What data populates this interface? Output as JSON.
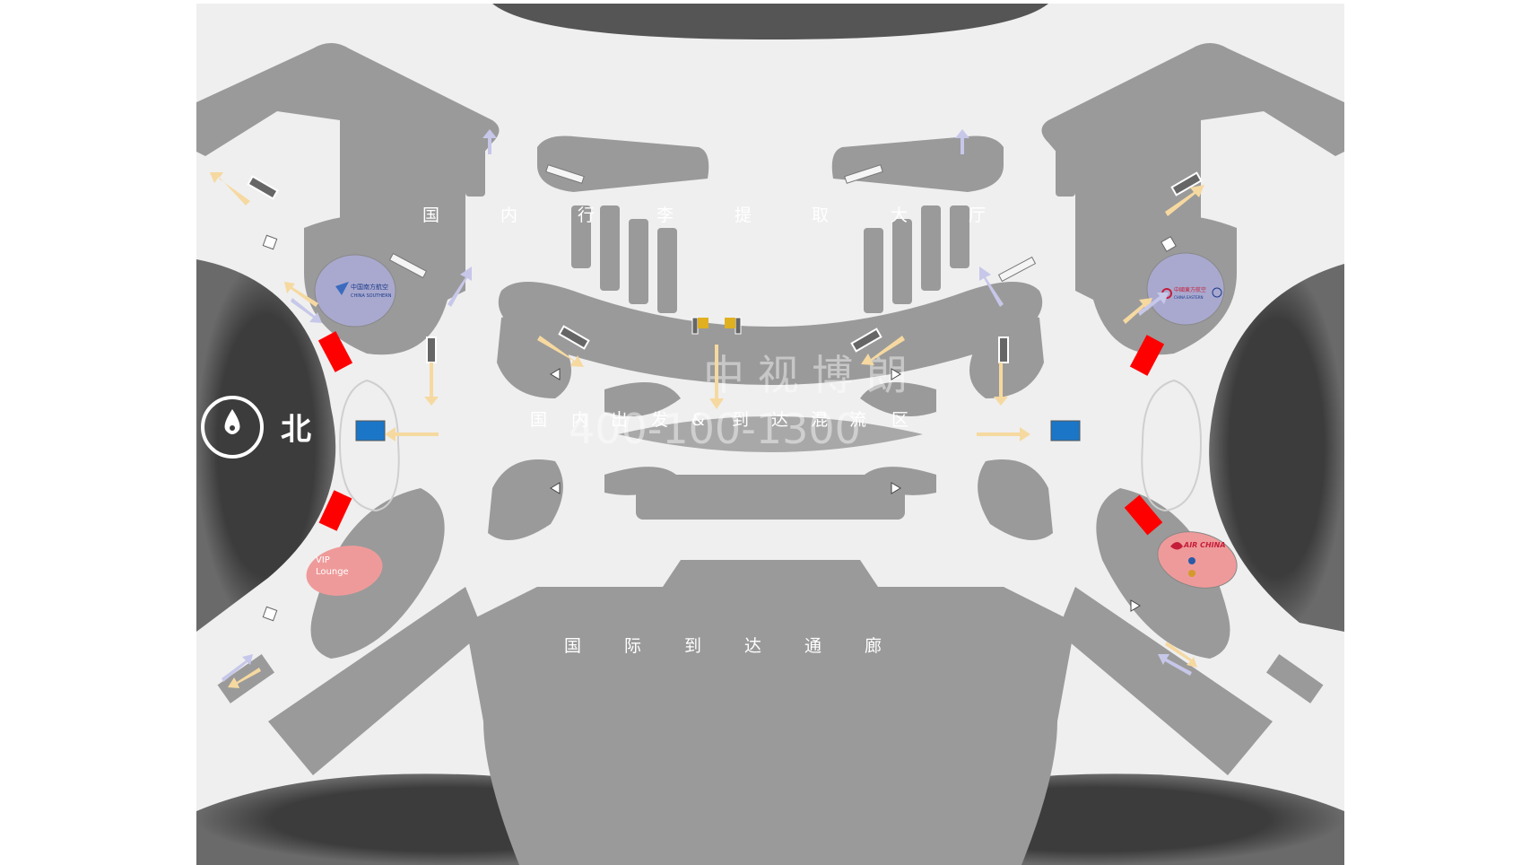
{
  "map": {
    "compass": {
      "label": "北",
      "icon": "north-compass-icon"
    },
    "zones": {
      "domestic_baggage_claim": {
        "chars": [
          "国",
          "内",
          "行",
          "李",
          "提",
          "取",
          "大",
          "厅"
        ]
      },
      "domestic_mixed_area": {
        "chars": [
          "国",
          "内",
          "出",
          "发",
          "&",
          "到",
          "达",
          "混",
          "流",
          "区"
        ]
      },
      "international_arrival_corridor": {
        "chars": [
          "国",
          "际",
          "到",
          "达",
          "通",
          "廊"
        ]
      }
    },
    "airlines": {
      "china_southern": {
        "cn": "中国南方航空",
        "en": "CHINA SOUTHERN",
        "color": "#a9a9cf"
      },
      "china_eastern": {
        "cn": "中國東方航空",
        "en": "CHINA EASTERN",
        "color": "#a9a9cf"
      },
      "air_china": {
        "en": "AIR CHINA",
        "color": "#ef9a9a"
      }
    },
    "vip_lounge": {
      "label_line1": "VIP",
      "label_line2": "Lounge",
      "color": "#ef9a9a"
    },
    "watermark": {
      "line1": "中 视 博 朗",
      "line2": "400-100-1300"
    },
    "colors": {
      "background": "#efefef",
      "building": "#9a9a9a",
      "apron": "#3f3f3f",
      "arrow_departure": "#f6d9a0",
      "arrow_arrival": "#c7c7ea",
      "ad_red": "#ff0000"
    }
  }
}
